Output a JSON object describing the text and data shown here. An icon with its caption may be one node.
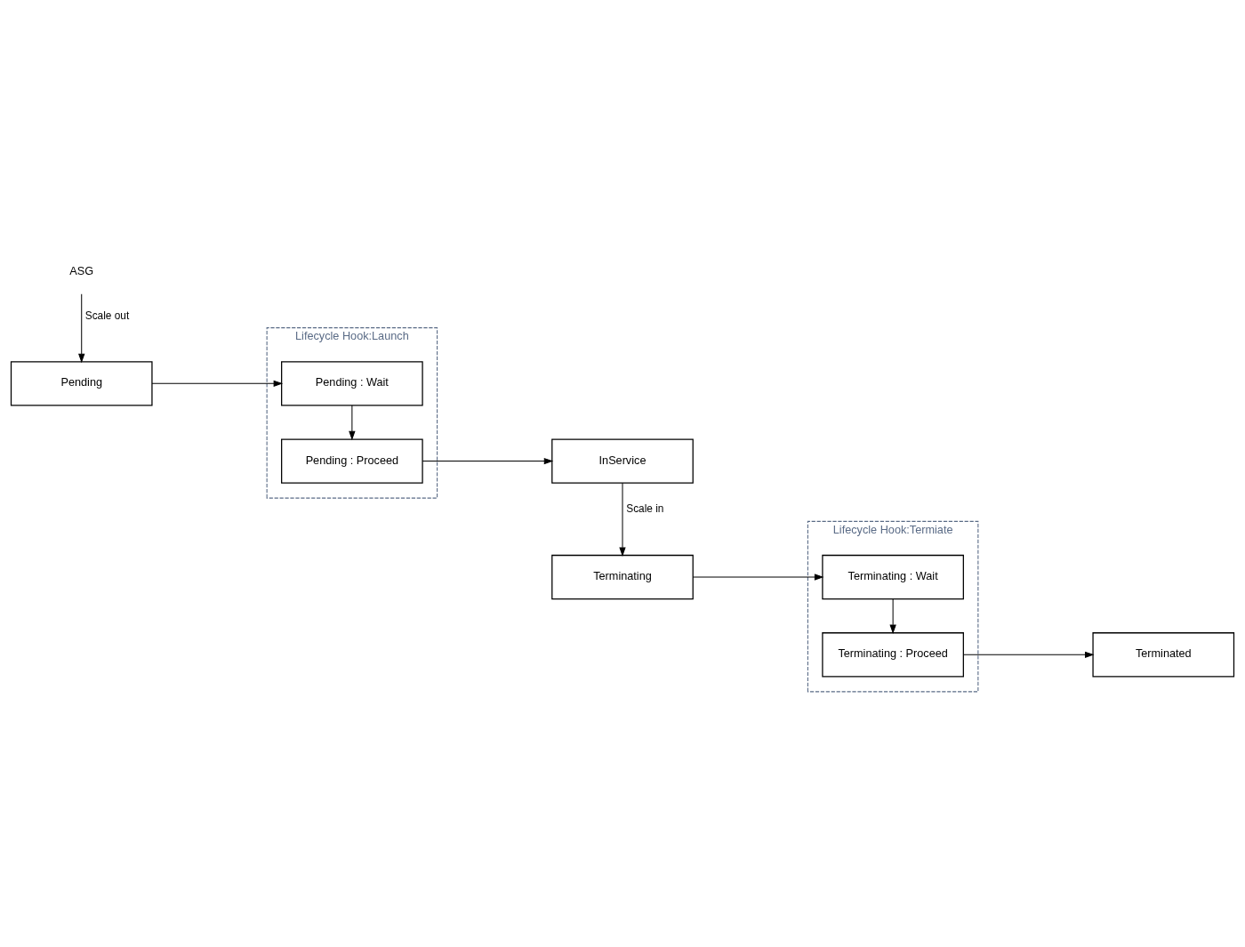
{
  "diagram": {
    "nodes": [
      {
        "text": [
          "ASG"
        ]
      },
      {
        "text": [
          "Pending"
        ]
      },
      {
        "text": [
          "Lifecycle Hook:Launch"
        ]
      },
      {
        "text": [
          "Pending : Wait"
        ],
        "in": 2
      },
      {
        "text": [
          "Pending : Proceed"
        ],
        "in": 2
      },
      {
        "text": [
          "InService"
        ]
      },
      {
        "text": [
          "Lifecycle Hook:Termiate"
        ]
      },
      {
        "text": [
          "Terminating : Wait"
        ],
        "in": 6
      },
      {
        "text": [
          "Terminating : Proceed"
        ],
        "in": 6
      },
      {
        "text": [
          "Terminating"
        ]
      },
      {
        "text": [
          "Terminated"
        ]
      }
    ],
    "edges": [
      {
        "from": 0,
        "to": 1,
        "arrow": "to",
        "label": "Scale out"
      },
      {
        "from": 1,
        "to": 3,
        "arrow": "to"
      },
      {
        "from": 3,
        "to": 4,
        "arrow": "to"
      },
      {
        "from": 4,
        "to": 5,
        "arrow": "to"
      },
      {
        "from": 5,
        "to": 9,
        "arrow": "to",
        "label": "Scale in"
      },
      {
        "from": 9,
        "to": 7,
        "arrow": "to"
      },
      {
        "from": 7,
        "to": 8,
        "arrow": "to"
      },
      {
        "from": 8,
        "to": 10,
        "arrow": "to"
      }
    ]
  }
}
